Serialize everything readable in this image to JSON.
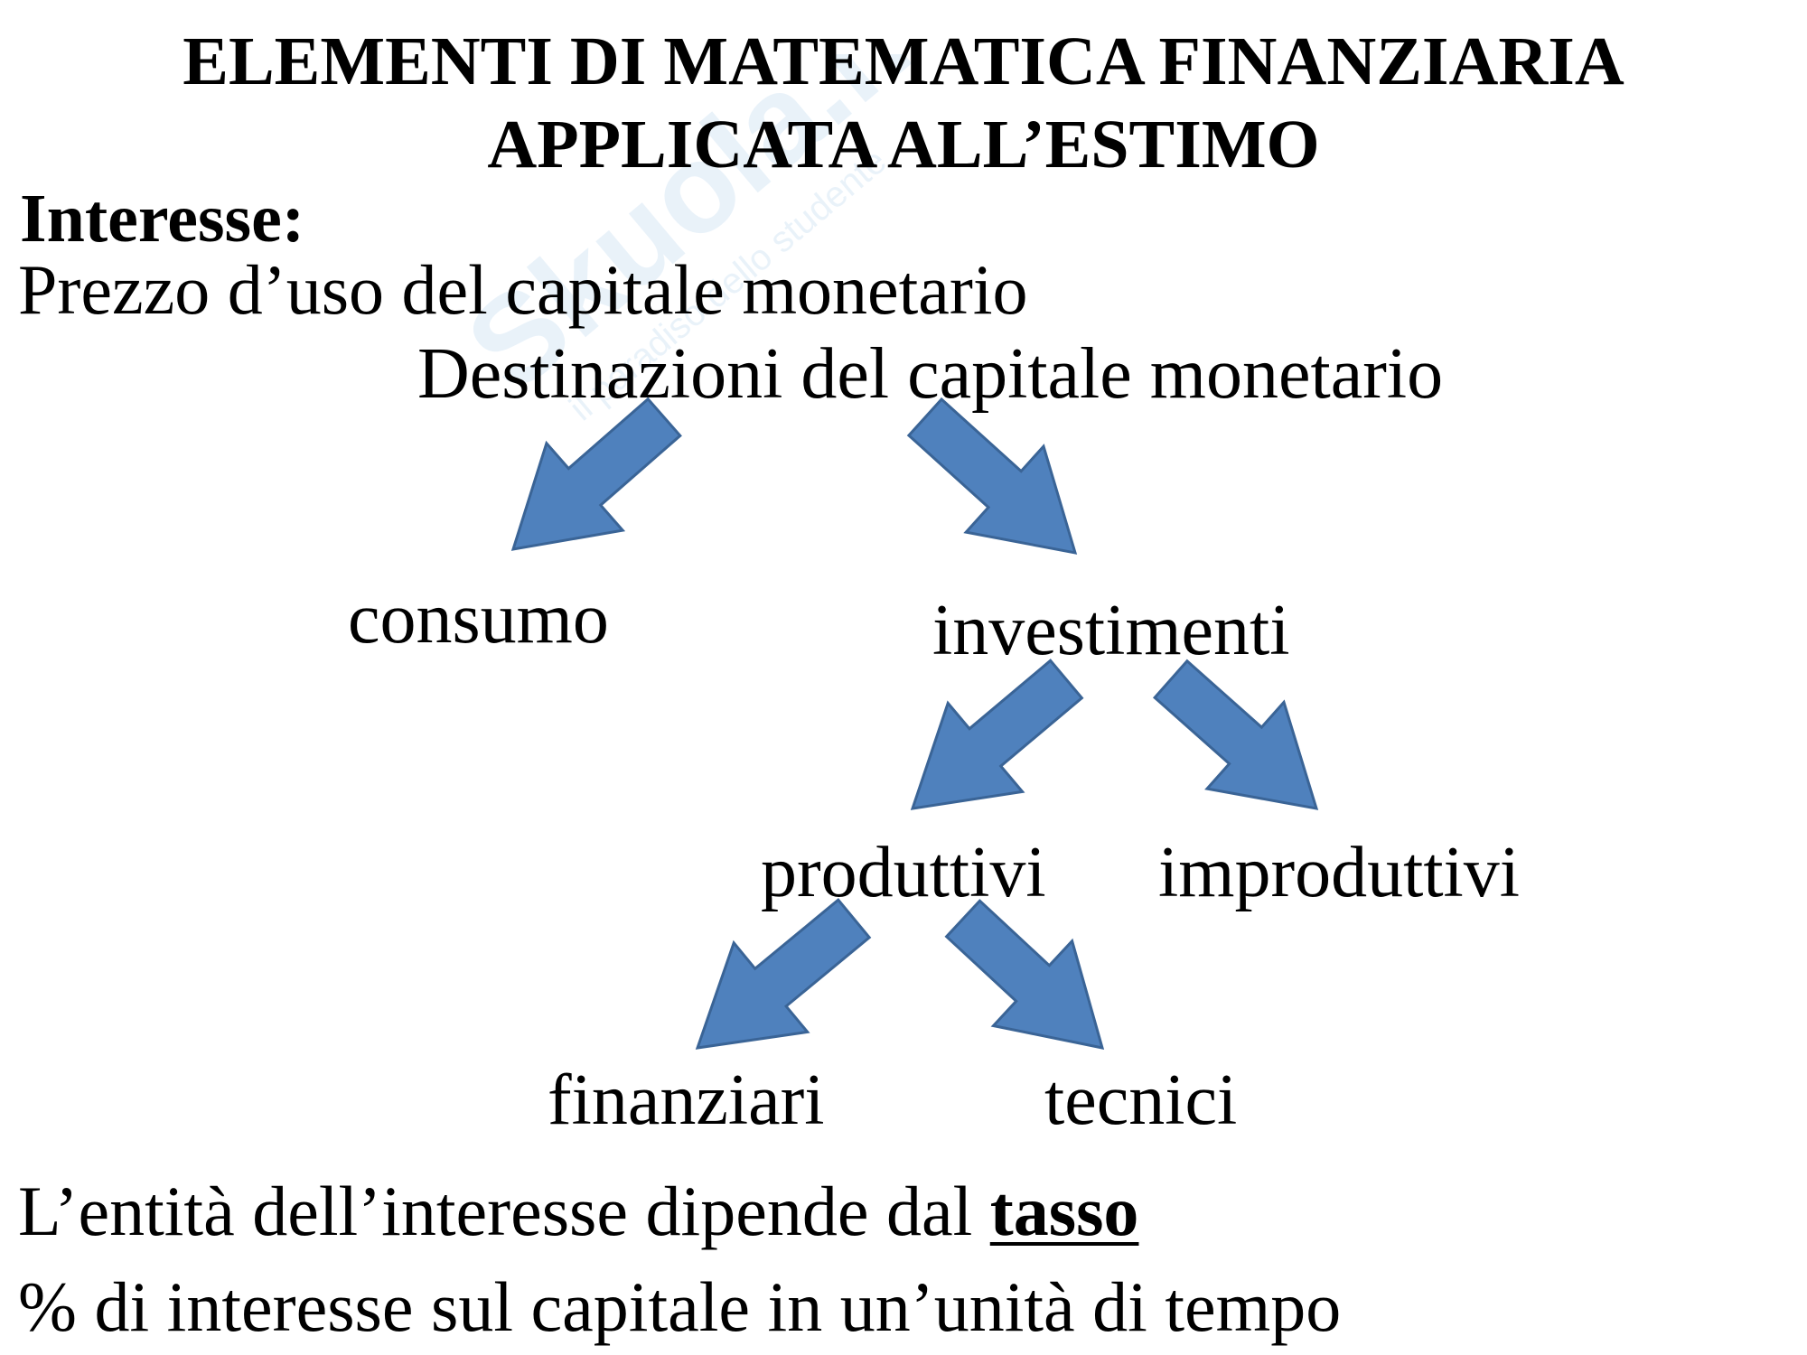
{
  "title": {
    "line1": "ELEMENTI DI MATEMATICA FINANZIARIA",
    "line2": "APPLICATA ALL’ESTIMO"
  },
  "section": {
    "heading": "Interesse:",
    "definition": "Prezzo d’uso del capitale monetario"
  },
  "diagram": {
    "root": "Destinazioni del capitale monetario",
    "consumo": "consumo",
    "investimenti": "investimenti",
    "produttivi": "produttivi",
    "improduttivi": "improduttivi",
    "finanziari": "finanziari",
    "tecnici": "tecnici",
    "arrow_color": "#4f81bd",
    "arrow_stroke": "#3a6496"
  },
  "footer": {
    "line1_prefix": "L’entità dell’interesse dipende dal ",
    "line1_emph": "tasso",
    "line2": "% di interesse sul capitale in un’unità di tempo"
  },
  "watermark": {
    "brand": "Skuola.net",
    "tagline": "il paradiso dello studente"
  }
}
